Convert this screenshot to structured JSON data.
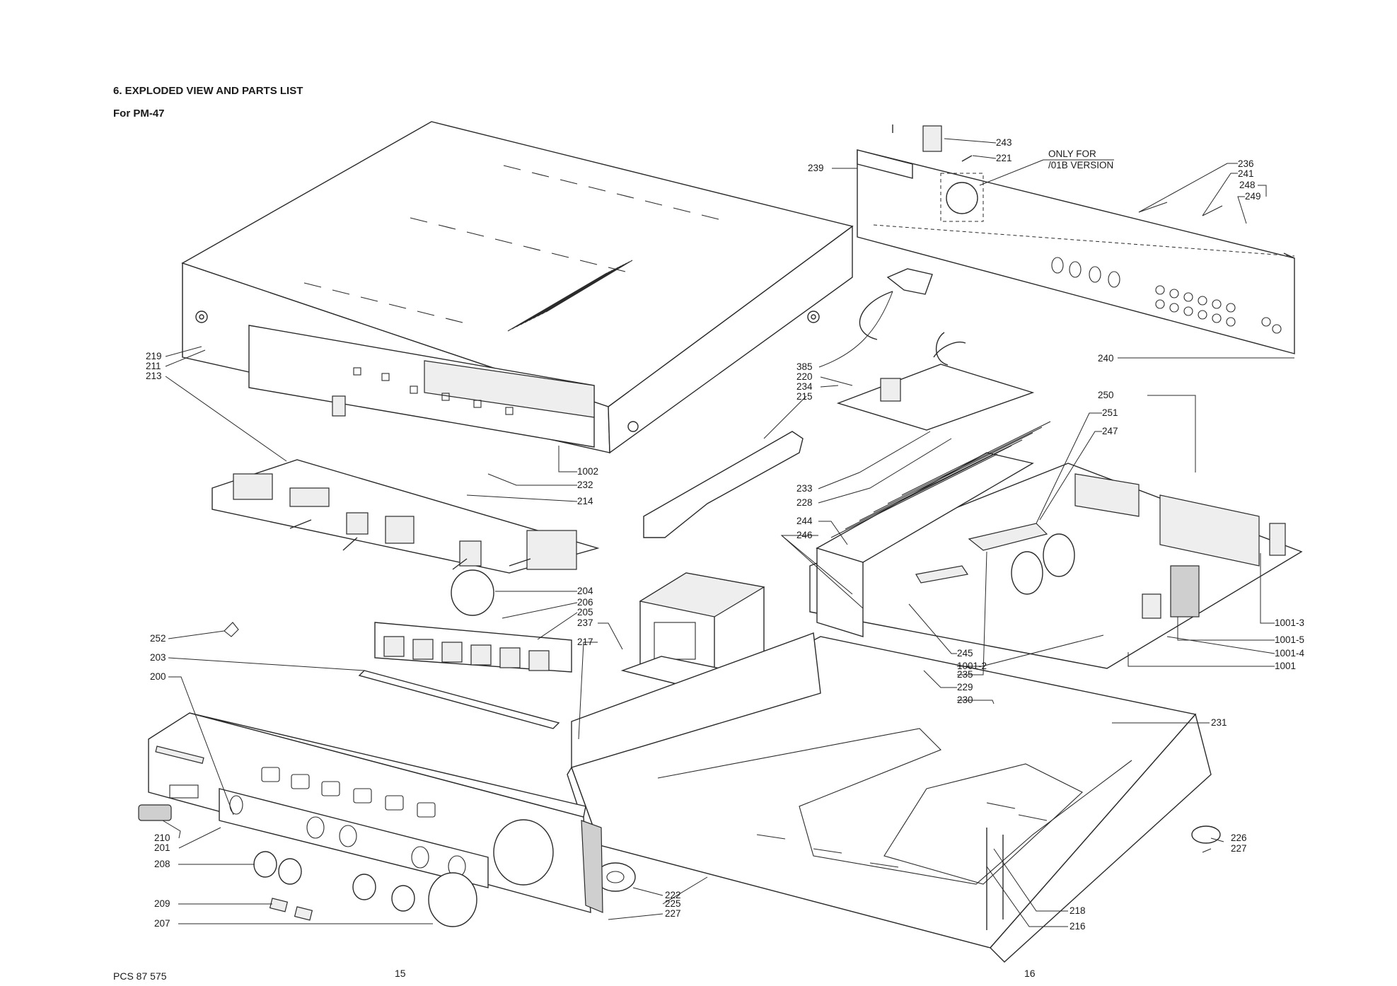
{
  "header": {
    "title": "6. EXPLODED VIEW AND PARTS LIST",
    "subtitle": "For PM-47"
  },
  "footer": {
    "code": "PCS 87 575",
    "page_left": "15",
    "page_right": "16"
  },
  "note": {
    "line1": "ONLY FOR",
    "line2": "/01B VERSION"
  },
  "labels": [
    "243",
    "221",
    "239",
    "236",
    "241",
    "248",
    "249",
    "240",
    "385",
    "220",
    "234",
    "215",
    "250",
    "251",
    "247",
    "219",
    "211",
    "213",
    "1002",
    "232",
    "214",
    "233",
    "228",
    "244",
    "246",
    "204",
    "206",
    "205",
    "237",
    "217",
    "252",
    "203",
    "200",
    "245",
    "1001-2",
    "235",
    "229",
    "230",
    "1001-3",
    "1001-5",
    "1001-4",
    "1001",
    "231",
    "210",
    "201",
    "208",
    "209",
    "207",
    "222",
    "225",
    "227",
    "226",
    "227",
    "218",
    "216"
  ]
}
